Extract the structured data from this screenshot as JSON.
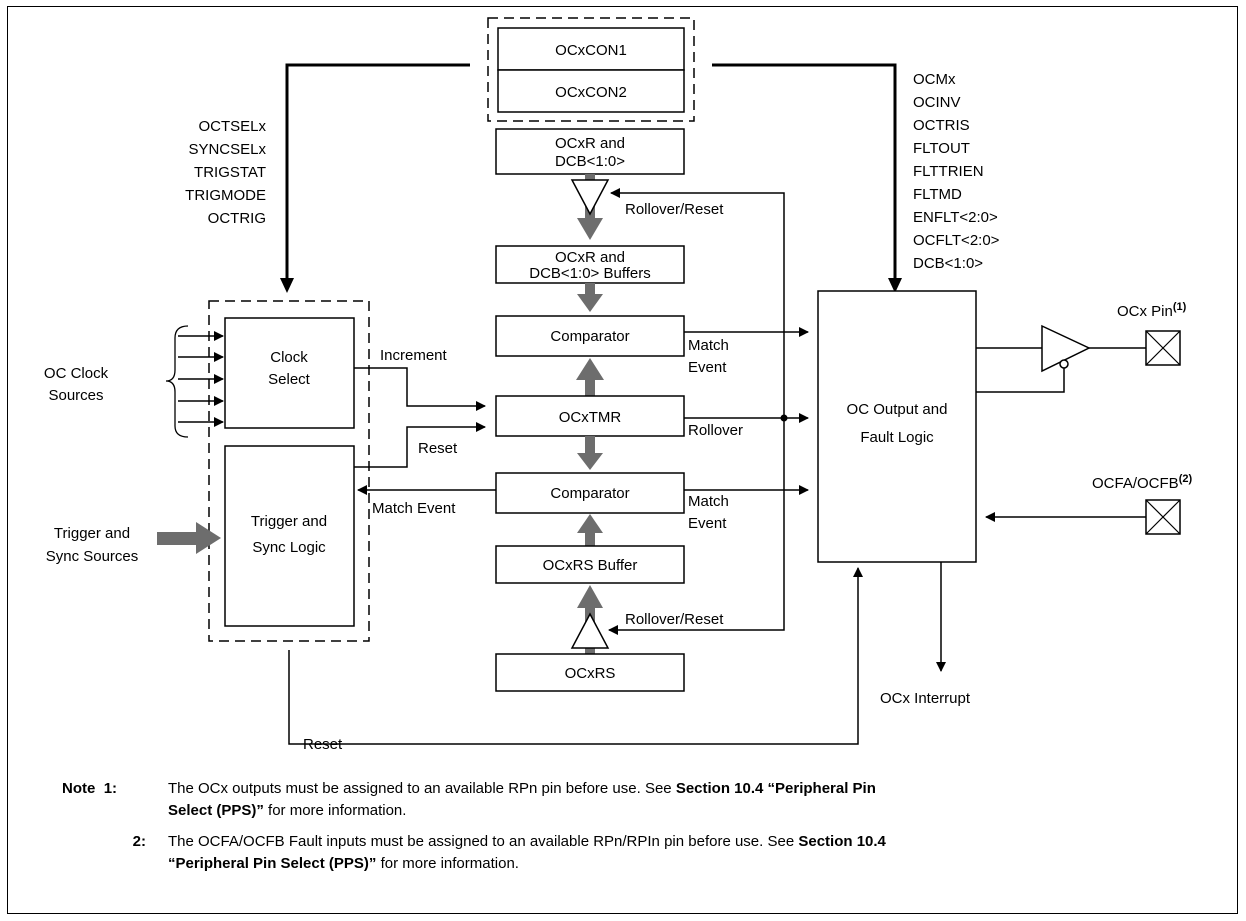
{
  "diagram": {
    "blocks": {
      "ocxcon1": "OCxCON1",
      "ocxcon2": "OCxCON2",
      "ocxr_line1": "OCxR and",
      "ocxr_line2": "DCB<1:0>",
      "ocxr_buf_line1": "OCxR and",
      "ocxr_buf_line2": "DCB<1:0> Buffers",
      "comparator_top": "Comparator",
      "ocxtmr": "OCxTMR",
      "comparator_bottom": "Comparator",
      "ocxrs_buffer": "OCxRS Buffer",
      "ocxrs": "OCxRS",
      "clock_select_line1": "Clock",
      "clock_select_line2": "Select",
      "trigger_sync_line1": "Trigger and",
      "trigger_sync_line2": "Sync Logic",
      "oc_output_line1": "OC Output and",
      "oc_output_line2": "Fault Logic"
    },
    "left_signals": [
      "OCTSELx",
      "SYNCSELx",
      "TRIGSTAT",
      "TRIGMODE",
      "OCTRIG"
    ],
    "right_signals": [
      "OCMx",
      "OCINV",
      "OCTRIS",
      "FLTOUT",
      "FLTTRIEN",
      "FLTMD",
      "ENFLT<2:0>",
      "OCFLT<2:0>",
      "DCB<1:0>"
    ],
    "labels": {
      "rollover_reset_top": "Rollover/Reset",
      "rollover_reset_bottom": "Rollover/Reset",
      "increment": "Increment",
      "reset_mid": "Reset",
      "match_event_left": "Match Event",
      "match_top_1": "Match",
      "match_top_2": "Event",
      "rollover": "Rollover",
      "match_bottom_1": "Match",
      "match_bottom_2": "Event",
      "oc_clock_1": "OC Clock",
      "oc_clock_2": "Sources",
      "trigger_src_1": "Trigger and",
      "trigger_src_2": "Sync Sources",
      "reset_bottom": "Reset",
      "ocx_interrupt": "OCx Interrupt",
      "ocx_pin": "OCx Pin",
      "ocx_pin_sup": "(1)",
      "ocfa_ocfb": "OCFA/OCFB",
      "ocfa_ocfb_sup": "(2)"
    }
  },
  "notes": {
    "prefix": "Note",
    "items": [
      {
        "num": "1:",
        "text_a": "The OCx outputs must be assigned to an available RPn pin before use. See ",
        "bold_a": "Section 10.4 “Peripheral Pin",
        "bold_b": "Select (PPS)”",
        "text_b": " for more information."
      },
      {
        "num": "2:",
        "text_a": "The OCFA/OCFB Fault inputs must be assigned to an available RPn/RPIn pin before use. See ",
        "bold_a": "Section 10.4",
        "bold_b": "“Peripheral Pin Select (PPS)”",
        "text_b": " for more information."
      }
    ]
  }
}
